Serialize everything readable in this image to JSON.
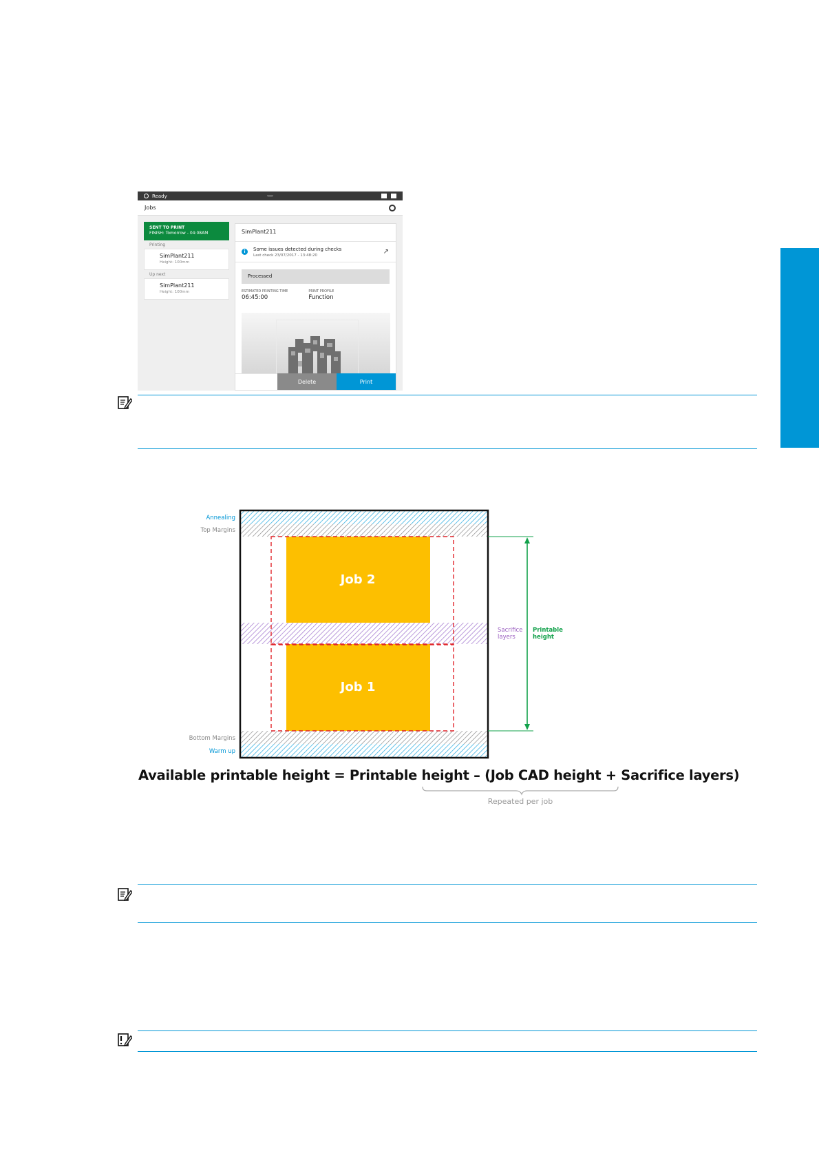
{
  "screenshot": {
    "status": "Ready",
    "header_title": "Jobs",
    "sent_title": "SENT TO PRINT",
    "sent_finish": "FINISH: Tomorrow - 04:08AM",
    "printing_label": "Printing",
    "printing_job_name": "SimPlant211",
    "printing_job_height": "Height: 100mm",
    "upnext_label": "Up next",
    "upnext_job_name": "SimPlant211",
    "upnext_job_height": "Height: 100mm",
    "detail_title": "SimPlant211",
    "issue_title": "Some issues detected during checks",
    "issue_subtitle": "Last check 23/07/2017 - 13:48:20",
    "processed_label": "Processed",
    "est_time_label": "ESTIMATED PRINTING TIME",
    "est_time_value": "06:45:00",
    "profile_label": "PRINT PROFILE",
    "profile_value": "Function",
    "delete_label": "Delete",
    "print_label": "Print"
  },
  "diagram": {
    "annealing": "Annealing",
    "top_margins": "Top Margins",
    "job2": "Job 2",
    "job1": "Job 1",
    "sacrifice_line1": "Sacrifice",
    "sacrifice_line2": "layers",
    "printable_line1": "Printable",
    "printable_line2": "height",
    "bottom_margins": "Bottom Margins",
    "warm_up": "Warm up",
    "formula": "Available printable height = Printable height – (Job CAD height + Sacrifice layers)",
    "repeated": "Repeated per job",
    "colors": {
      "blue": "#0096d6",
      "job": "#fdbf00",
      "sacrifice": "#9b5fc0",
      "printable": "#12a14b",
      "dash": "#e0242a"
    }
  }
}
